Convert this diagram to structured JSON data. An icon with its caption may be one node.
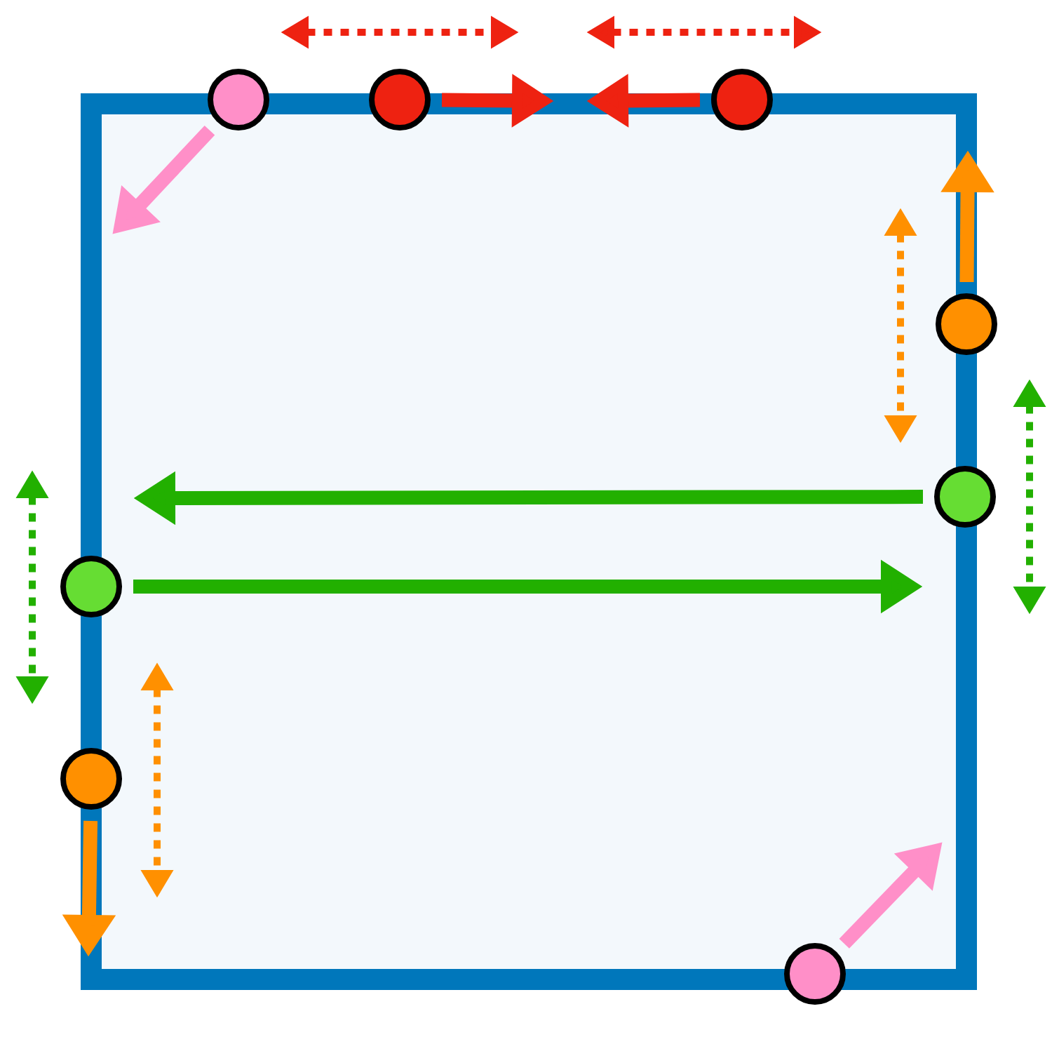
{
  "diagram": {
    "nodes": [
      {
        "text": [],
        "shape": "circle"
      },
      {
        "text": [],
        "shape": "circle"
      },
      {
        "text": [],
        "shape": "circle"
      },
      {
        "text": [],
        "shape": "circle"
      },
      {
        "text": [],
        "shape": "circle"
      },
      {
        "text": [],
        "shape": "circle"
      },
      {
        "text": [],
        "shape": "circle"
      },
      {
        "text": [],
        "shape": "circle"
      }
    ],
    "edges": [
      {
        "from": 0,
        "to": null,
        "arrow": "to",
        "color": "#ff8fc8"
      },
      {
        "from": 1,
        "to": null,
        "arrow": "to",
        "color": "#ee2211"
      },
      {
        "from": 2,
        "to": null,
        "arrow": "to",
        "color": "#ee2211"
      },
      {
        "from": 3,
        "to": null,
        "arrow": "to",
        "color": "#ff9000"
      },
      {
        "from": 4,
        "to": null,
        "arrow": "to",
        "color": "#22b000"
      },
      {
        "from": 5,
        "to": null,
        "arrow": "to",
        "color": "#22b000"
      },
      {
        "from": 6,
        "to": null,
        "arrow": "to",
        "color": "#ff9000"
      },
      {
        "from": 7,
        "to": null,
        "arrow": "to",
        "color": "#ff8fc8"
      }
    ]
  }
}
